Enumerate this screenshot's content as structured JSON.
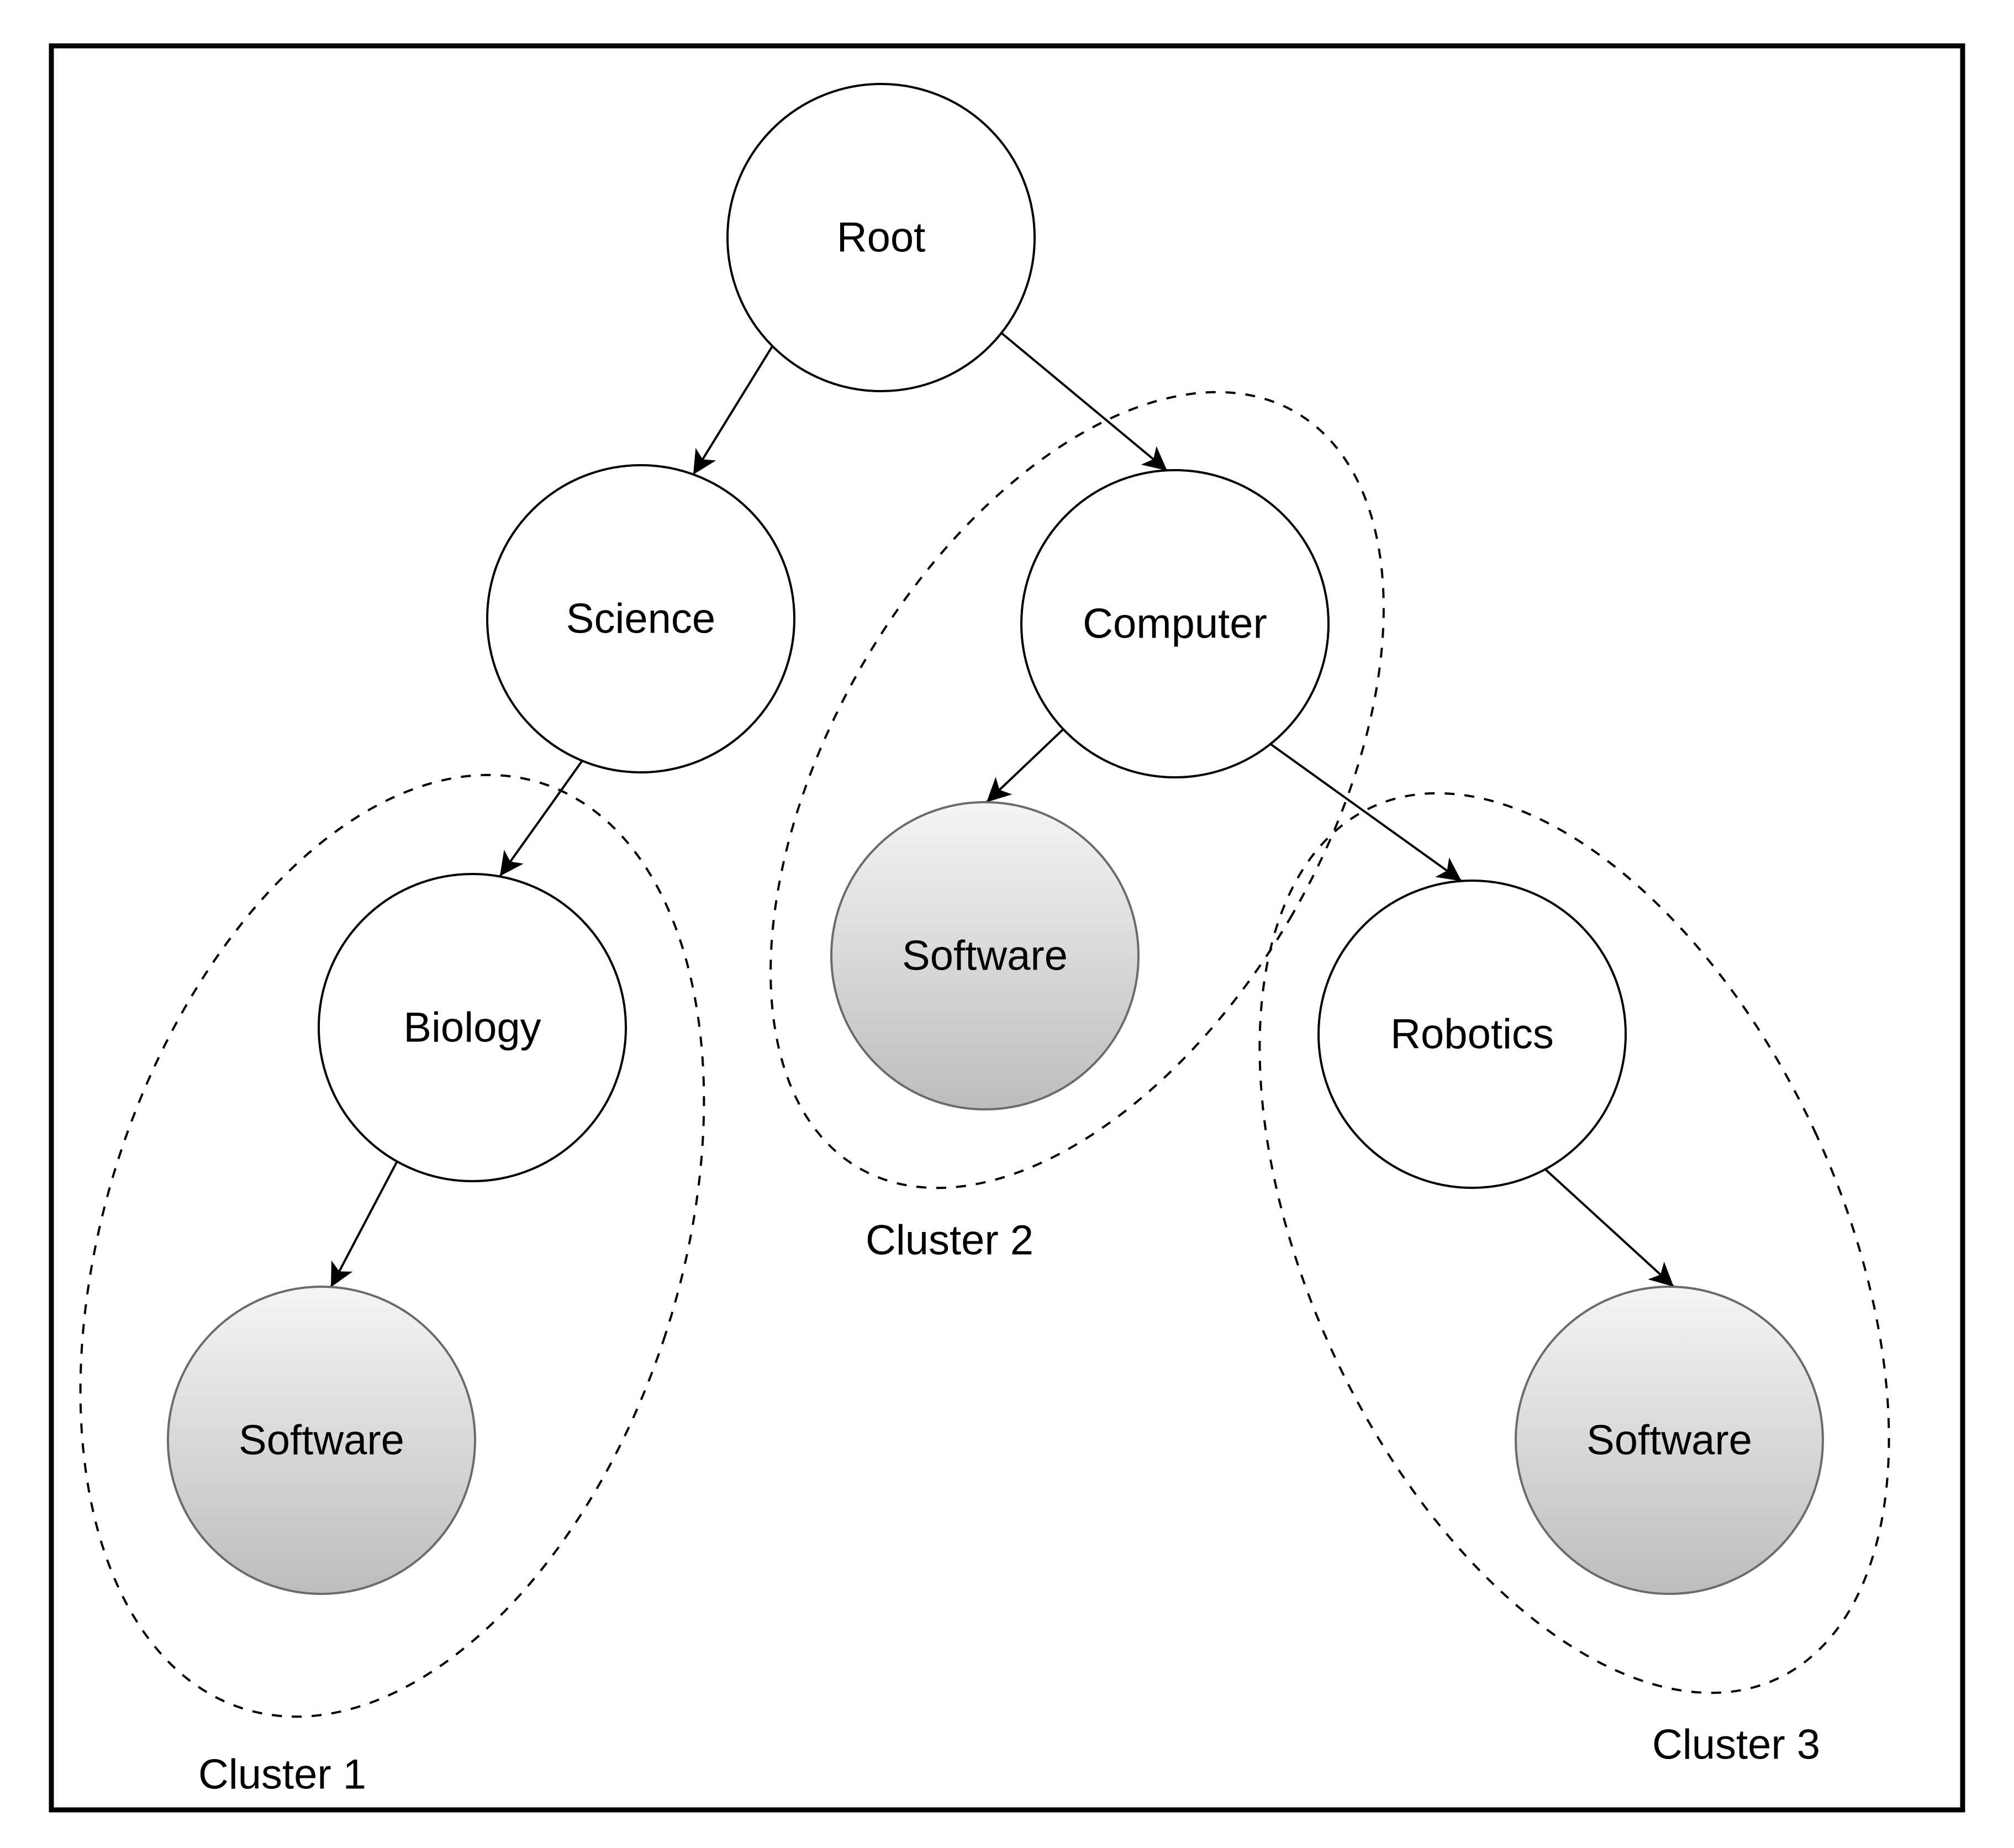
{
  "diagram": {
    "type": "tree-with-clusters",
    "nodes": [
      {
        "id": "root",
        "label": "Root",
        "style": "plain"
      },
      {
        "id": "science",
        "label": "Science",
        "style": "plain"
      },
      {
        "id": "computer",
        "label": "Computer",
        "style": "plain"
      },
      {
        "id": "biology",
        "label": "Biology",
        "style": "plain"
      },
      {
        "id": "software-biology",
        "label": "Software",
        "style": "shaded"
      },
      {
        "id": "software-computer",
        "label": "Software",
        "style": "shaded"
      },
      {
        "id": "robotics",
        "label": "Robotics",
        "style": "plain"
      },
      {
        "id": "software-robotics",
        "label": "Software",
        "style": "shaded"
      }
    ],
    "edges": [
      {
        "from": "Root",
        "to": "Science"
      },
      {
        "from": "Root",
        "to": "Computer"
      },
      {
        "from": "Science",
        "to": "Biology"
      },
      {
        "from": "Biology",
        "to": "Software"
      },
      {
        "from": "Computer",
        "to": "Software"
      },
      {
        "from": "Computer",
        "to": "Robotics"
      },
      {
        "from": "Robotics",
        "to": "Software"
      }
    ],
    "clusters": [
      {
        "id": "cluster1",
        "label": "Cluster 1",
        "members": [
          "Biology",
          "Software"
        ]
      },
      {
        "id": "cluster2",
        "label": "Cluster 2",
        "members": [
          "Computer",
          "Software"
        ]
      },
      {
        "id": "cluster3",
        "label": "Cluster 3",
        "members": [
          "Robotics",
          "Software"
        ]
      }
    ],
    "colors": {
      "background": "#ffffff",
      "border": "#000000",
      "plain_node_fill": "#ffffff",
      "plain_node_stroke": "#000000",
      "shaded_node_fill_top": "#f5f5f5",
      "shaded_node_fill_bottom": "#bdbdbd",
      "shaded_node_stroke": "#6b6b6b",
      "edge": "#000000",
      "cluster_outline": "#000000",
      "text": "#000000"
    }
  }
}
